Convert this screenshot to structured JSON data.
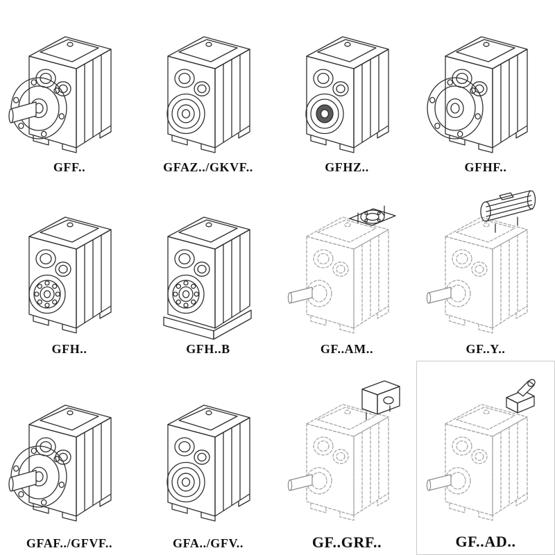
{
  "page": {
    "background": "#ffffff",
    "line_color": "#2e2e2e",
    "ghost_line_color": "#a6a6a6"
  },
  "grid": {
    "items": [
      {
        "label": "GFF..",
        "icon": "gearbox-output-flange-shaft-drawing",
        "variant": "flange-shaft"
      },
      {
        "label": "GFAZ../GKVF..",
        "icon": "gearbox-hollow-shaft-drawing",
        "variant": "hollow"
      },
      {
        "label": "GFHZ..",
        "icon": "gearbox-hollow-shrink-disc-drawing",
        "variant": "hollow-dark"
      },
      {
        "label": "GFHF..",
        "icon": "gearbox-flange-mounted-drawing",
        "variant": "flange"
      },
      {
        "label": "GFH..",
        "icon": "gearbox-shaft-mounted-drawing",
        "variant": "bearing"
      },
      {
        "label": "GFH..B",
        "icon": "gearbox-shaft-mounted-base-drawing",
        "variant": "bearing-base"
      },
      {
        "label": "GF..AM..",
        "icon": "gearbox-iec-adapter-flange-drawing",
        "variant": "ghost-topflange"
      },
      {
        "label": "GF..Y..",
        "icon": "gearbox-with-motor-drawing",
        "variant": "ghost-motor"
      },
      {
        "label": "GFAF../GFVF..",
        "icon": "gearbox-flange-shaft-drawing",
        "variant": "flange-shaft"
      },
      {
        "label": "GFA../GFV..",
        "icon": "gearbox-hollow-shaft-drawing",
        "variant": "hollow"
      },
      {
        "label": "GF..GRF..",
        "icon": "gearbox-cover-adapter-drawing",
        "variant": "ghost-adapter",
        "large": true
      },
      {
        "label": "GF..AD..",
        "icon": "gearbox-input-shaft-top-drawing",
        "variant": "ghost-shaftup",
        "large": true,
        "boxed": true
      }
    ]
  }
}
